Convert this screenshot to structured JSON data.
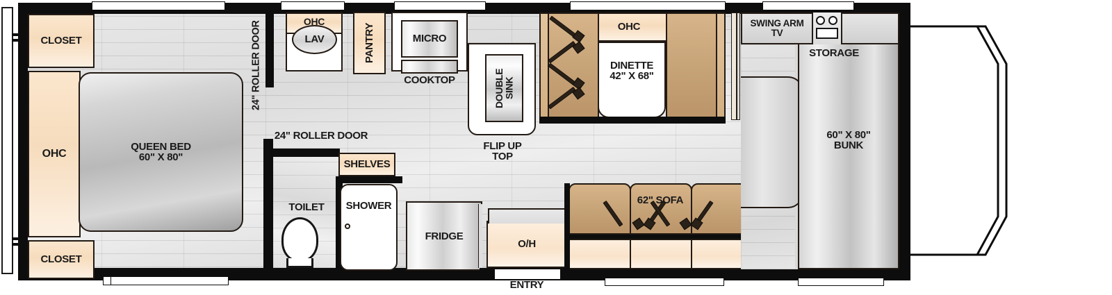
{
  "diagram": {
    "type": "rv-floorplan",
    "title": "Class C Motorhome Floorplan",
    "colors": {
      "wall": "#0d0d0d",
      "cabinet": "#f6dcbd",
      "cushion": "#c6a277",
      "appliance": "#cfcfcf",
      "floor": "#e3e3e3",
      "text": "#1a1a1a"
    }
  },
  "rear_bedroom": {
    "closet_top": "CLOSET",
    "closet_bottom": "CLOSET",
    "ohc": "OHC",
    "bed_name": "QUEEN BED",
    "bed_size": "60\" X 80\""
  },
  "bath": {
    "lav": "LAV",
    "ohc": "OHC",
    "toilet": "TOILET",
    "shower": "SHOWER",
    "shelves": "SHELVES",
    "roller_door_vertical": "24\" ROLLER DOOR",
    "roller_door_horizontal": "24\" ROLLER DOOR"
  },
  "kitchen": {
    "pantry": "PANTRY",
    "micro": "MICRO",
    "cooktop": "COOKTOP",
    "double_sink": "DOUBLE\nSINK",
    "flip_up_top": "FLIP UP\nTOP",
    "fridge": "FRIDGE"
  },
  "living": {
    "dinette_ohc": "OHC",
    "dinette_name": "DINETTE",
    "dinette_size": "42\" X 68\"",
    "sofa": "62\" SOFA",
    "overhead": "O/H",
    "entry": "ENTRY"
  },
  "cabover": {
    "swing_arm_tv": "SWING ARM\nTV",
    "storage": "STORAGE",
    "bunk_size": "60\" X 80\"",
    "bunk_name": "BUNK"
  }
}
